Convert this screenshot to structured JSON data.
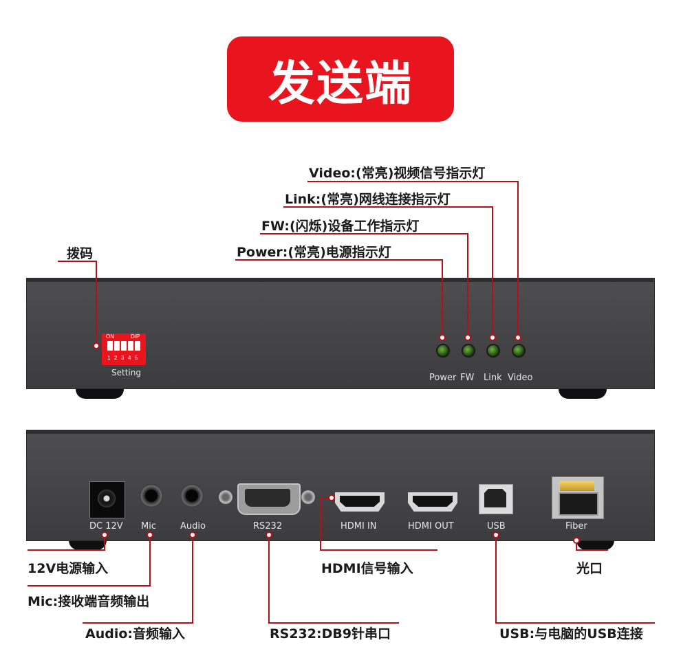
{
  "title": "发送端",
  "front_panel": {
    "dip": {
      "on_label": "ON",
      "dip_label": "DIP",
      "switch_numbers": [
        "1",
        "2",
        "3",
        "4",
        "5"
      ],
      "setting_label": "Setting"
    },
    "leds": [
      "Power",
      "FW",
      "Link",
      "Video"
    ]
  },
  "rear_panel": {
    "ports": [
      "DC 12V",
      "Mic",
      "Audio",
      "RS232",
      "HDMI IN",
      "HDMI OUT",
      "USB",
      "Fiber"
    ]
  },
  "callouts": {
    "video": "Video:(常亮)视频信号指示灯",
    "link": "Link:(常亮)网线连接指示灯",
    "fw": "FW:(闪烁)设备工作指示灯",
    "power": "Power:(常亮)电源指示灯",
    "dip": "拨码",
    "dc": "12V电源输入",
    "mic": "Mic:接收端音频输出",
    "audio": "Audio:音频输入",
    "rs232": "RS232:DB9针串口",
    "hdmi_in": "HDMI信号输入",
    "usb": "USB:与电脑的USB连接",
    "fiber": "光口"
  },
  "colors": {
    "accent": "#e8141e",
    "leader_line": "#b3101a",
    "device_body": "#464648",
    "led_green": "#3f7a26"
  }
}
